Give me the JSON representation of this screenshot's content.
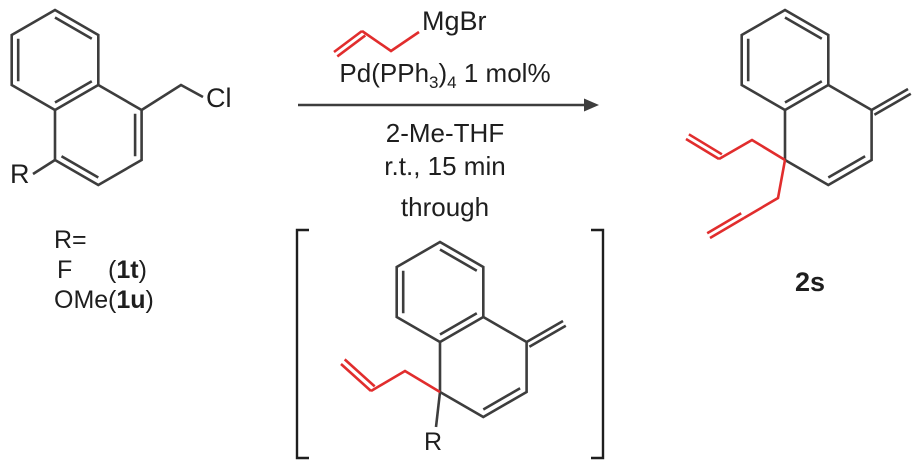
{
  "labels": {
    "mgbr": "MgBr",
    "catalyst": {
      "p1": "Pd(PPh",
      "s1": "3",
      "p2": ")",
      "s2": "4",
      "p3": " 1 mol%"
    },
    "solvent": "2-Me-THF",
    "conditions": "r.t., 15 min",
    "through": "through",
    "cl": "Cl",
    "r_substrate": "R",
    "r_intermediate": "R",
    "product_id": "2s",
    "legend": {
      "heading": "R=",
      "entries": [
        {
          "group": "F",
          "tag_open": "(",
          "tag_id": "1t",
          "tag_close": ")"
        },
        {
          "group": "OMe",
          "tag_open": "(",
          "tag_id": "1u",
          "tag_close": ")"
        }
      ]
    }
  },
  "colors": {
    "bond": "#3d3d3d",
    "highlight_red": "#e12d2d",
    "text": "#1e1e1e",
    "background": "#ffffff"
  }
}
